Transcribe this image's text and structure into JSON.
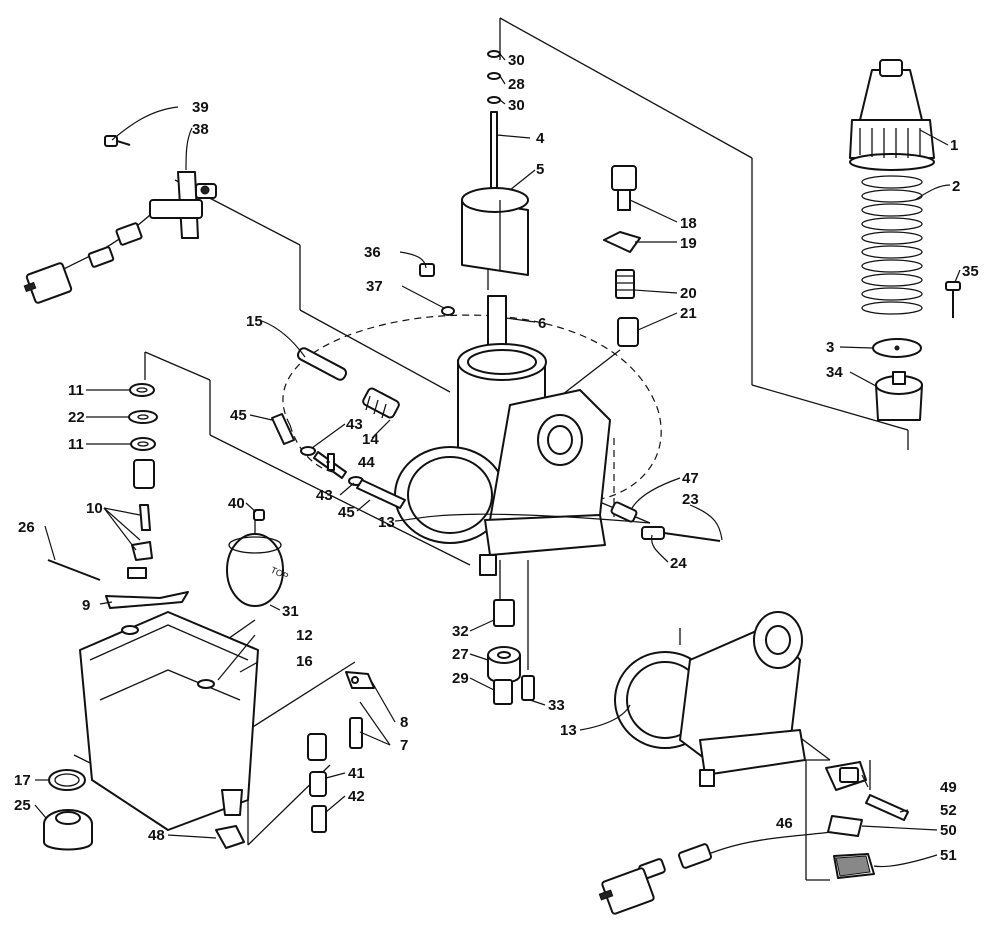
{
  "callouts": [
    {
      "id": "c1",
      "text": "1"
    },
    {
      "id": "c2",
      "text": "2"
    },
    {
      "id": "c35",
      "text": "35"
    },
    {
      "id": "c3",
      "text": "3"
    },
    {
      "id": "c34",
      "text": "34"
    },
    {
      "id": "c30a",
      "text": "30"
    },
    {
      "id": "c28",
      "text": "28"
    },
    {
      "id": "c30b",
      "text": "30"
    },
    {
      "id": "c4",
      "text": "4"
    },
    {
      "id": "c5",
      "text": "5"
    },
    {
      "id": "c18",
      "text": "18"
    },
    {
      "id": "c19",
      "text": "19"
    },
    {
      "id": "c20",
      "text": "20"
    },
    {
      "id": "c21",
      "text": "21"
    },
    {
      "id": "c36",
      "text": "36"
    },
    {
      "id": "c37",
      "text": "37"
    },
    {
      "id": "c6",
      "text": "6"
    },
    {
      "id": "c39",
      "text": "39"
    },
    {
      "id": "c38",
      "text": "38"
    },
    {
      "id": "c15",
      "text": "15"
    },
    {
      "id": "c11a",
      "text": "11"
    },
    {
      "id": "c22",
      "text": "22"
    },
    {
      "id": "c11b",
      "text": "11"
    },
    {
      "id": "c10",
      "text": "10"
    },
    {
      "id": "c45a",
      "text": "45"
    },
    {
      "id": "c43a",
      "text": "43"
    },
    {
      "id": "c14",
      "text": "14"
    },
    {
      "id": "c44",
      "text": "44"
    },
    {
      "id": "c43b",
      "text": "43"
    },
    {
      "id": "c45b",
      "text": "45"
    },
    {
      "id": "c13a",
      "text": "13"
    },
    {
      "id": "c47",
      "text": "47"
    },
    {
      "id": "c23",
      "text": "23"
    },
    {
      "id": "c24",
      "text": "24"
    },
    {
      "id": "c40",
      "text": "40"
    },
    {
      "id": "c26",
      "text": "26"
    },
    {
      "id": "c9",
      "text": "9"
    },
    {
      "id": "c31",
      "text": "31"
    },
    {
      "id": "c12",
      "text": "12"
    },
    {
      "id": "c16",
      "text": "16"
    },
    {
      "id": "c32",
      "text": "32"
    },
    {
      "id": "c27",
      "text": "27"
    },
    {
      "id": "c29",
      "text": "29"
    },
    {
      "id": "c33",
      "text": "33"
    },
    {
      "id": "c8",
      "text": "8"
    },
    {
      "id": "c7",
      "text": "7"
    },
    {
      "id": "c41",
      "text": "41"
    },
    {
      "id": "c42",
      "text": "42"
    },
    {
      "id": "c17",
      "text": "17"
    },
    {
      "id": "c25",
      "text": "25"
    },
    {
      "id": "c48",
      "text": "48"
    },
    {
      "id": "c13b",
      "text": "13"
    },
    {
      "id": "c49",
      "text": "49"
    },
    {
      "id": "c46",
      "text": "46"
    },
    {
      "id": "c52",
      "text": "52"
    },
    {
      "id": "c50",
      "text": "50"
    },
    {
      "id": "c51",
      "text": "51"
    }
  ],
  "float_bowl_label": "TOP"
}
